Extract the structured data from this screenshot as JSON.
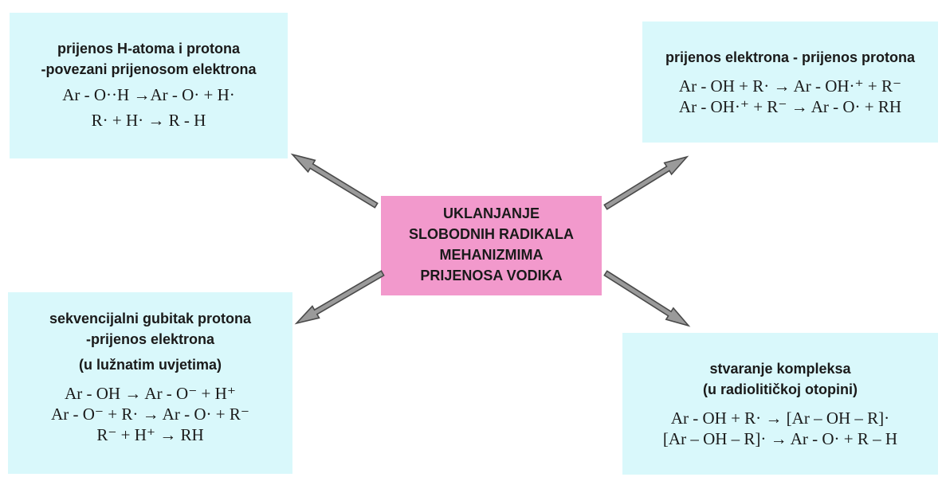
{
  "center": {
    "lines": [
      "UKLANJANJE",
      "SLOBODNIH RADIKALA",
      "MEHANIZMIMA",
      "PRIJENOSA VODIKA"
    ]
  },
  "top_left": {
    "heading_lines": [
      "prijenos H-atoma i protona",
      "-povezani prijenosom elektrona"
    ],
    "equations": [
      "Ar - O··H →Ar - O· + H·",
      "R· + H· → R - H"
    ]
  },
  "top_right": {
    "heading_lines": [
      "prijenos elektrona - prijenos protona"
    ],
    "equations": [
      "Ar - OH + R· → Ar - OH·⁺ + R⁻",
      "Ar - OH·⁺ + R⁻ → Ar - O· + RH"
    ]
  },
  "bottom_left": {
    "heading_lines": [
      "sekvencijalni gubitak protona",
      "-prijenos elektrona",
      "(u lužnatim uvjetima)"
    ],
    "equations": [
      "Ar - OH → Ar - O⁻ + H⁺",
      "Ar - O⁻ + R· → Ar - O· + R⁻",
      "R⁻ + H⁺ → RH"
    ]
  },
  "bottom_right": {
    "heading_lines": [
      "stvaranje kompleksa",
      "(u radiolitičkoj otopini)"
    ],
    "equations": [
      "Ar - OH + R· → [Ar – OH – R]·",
      "[Ar – OH – R]· → Ar - O· + R – H"
    ]
  },
  "colors": {
    "box_fill": "#d9f8fb",
    "center_fill": "#f299cc",
    "arrow_fill": "#9a9a9a",
    "arrow_stroke": "#4a4a4a"
  }
}
